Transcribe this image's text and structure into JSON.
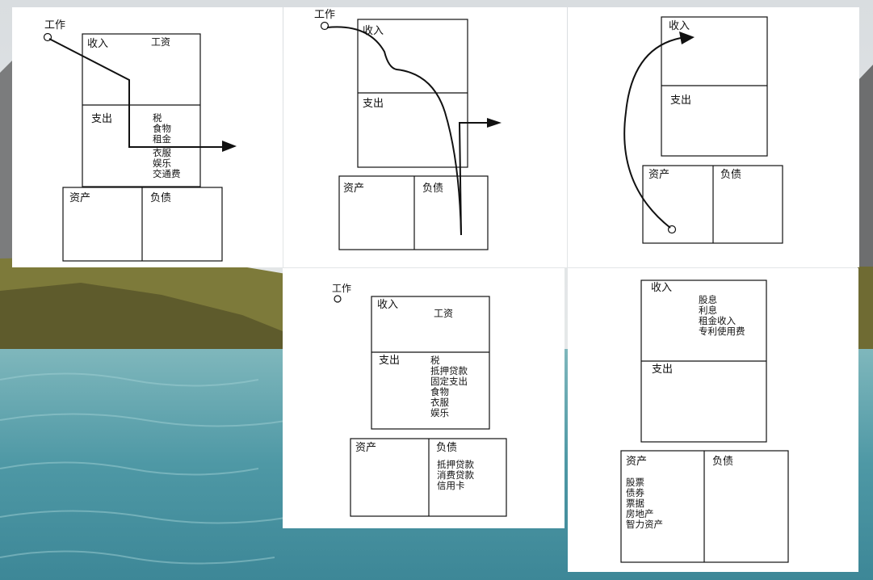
{
  "labels": {
    "work": "工作",
    "income": "收入",
    "expense": "支出",
    "assets": "资产",
    "liabilities": "负债",
    "salary": "工资",
    "salary_p1": "工资"
  },
  "panel1": {
    "expense_items": [
      "税",
      "食物",
      "租金",
      "衣服",
      "娱乐",
      "交通费"
    ]
  },
  "panel4": {
    "expense_items": [
      "税",
      "抵押贷款",
      "固定支出",
      "食物",
      "衣服",
      "娱乐"
    ],
    "liability_items": [
      "抵押贷款",
      "消费贷款",
      "信用卡"
    ]
  },
  "panel5": {
    "income_items": [
      "股息",
      "利息",
      "租金收入",
      "专利使用费"
    ],
    "asset_items": [
      "股票",
      "债券",
      "票据",
      "房地产",
      "智力资产"
    ]
  }
}
